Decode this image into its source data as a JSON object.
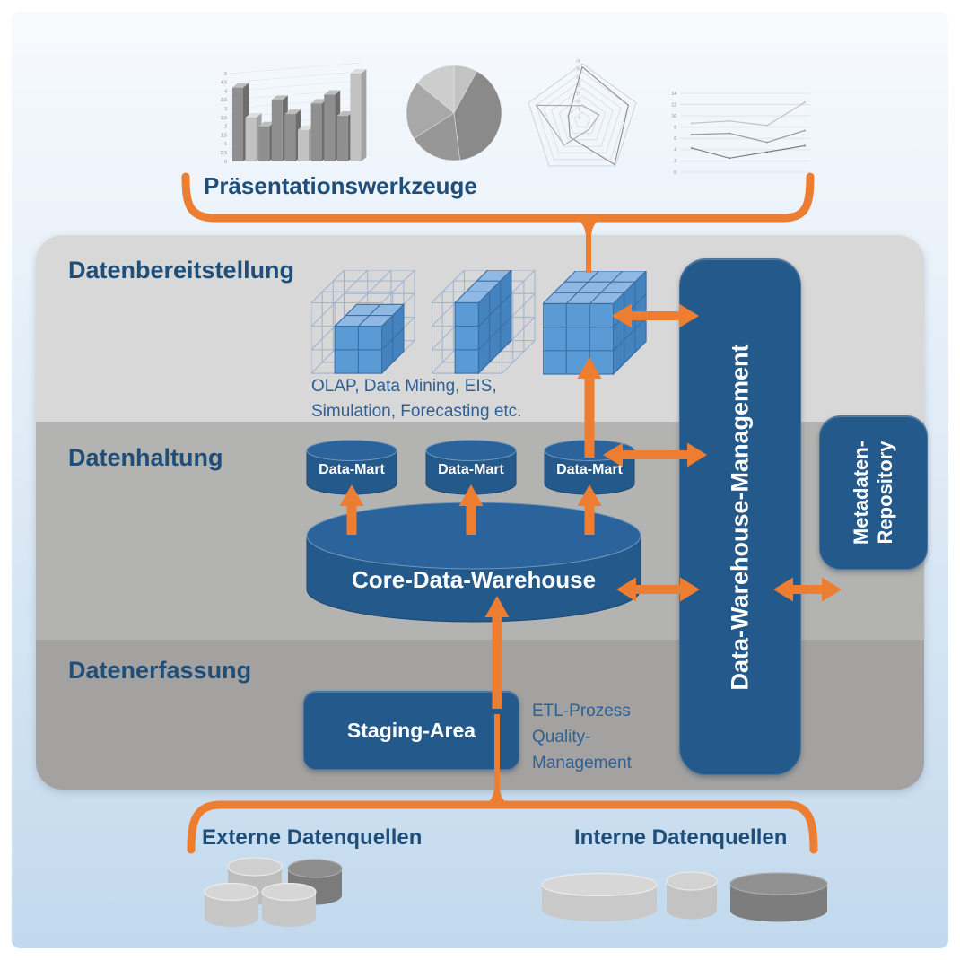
{
  "palette": {
    "accent_orange": "#ED7D31",
    "box_blue": "#24598C",
    "heading_blue": "#1F4E79",
    "note_blue": "#2E6095",
    "cube_blue": "#5B9BD5"
  },
  "presentation": {
    "title": "Präsentationswerkzeuge"
  },
  "layers": [
    {
      "label": "Datenbereitstellung",
      "note_lines": [
        "OLAP, Data Mining, EIS,",
        "Simulation, Forecasting etc."
      ]
    },
    {
      "label": "Datenhaltung",
      "data_mart_label": "Data-Mart",
      "core_label": "Core-Data-Warehouse"
    },
    {
      "label": "Datenerfassung",
      "staging_label": "Staging-Area",
      "note_lines": [
        "ETL-Prozess",
        "Quality-",
        "Management"
      ]
    }
  ],
  "management": {
    "dwm_label": "Data-Warehouse-Management",
    "metadata_line1": "Metadaten-",
    "metadata_line2": "Repository"
  },
  "sources": {
    "external_label": "Externe Datenquellen",
    "internal_label": "Interne Datenquellen"
  },
  "chart_data": [
    {
      "id": "bar3d",
      "type": "bar",
      "title": "3D bar chart thumbnail",
      "values": [
        4.2,
        2.5,
        2.0,
        3.5,
        2.7,
        1.8,
        3.3,
        3.8,
        2.6,
        5.0
      ],
      "tones": [
        "dark",
        "light",
        "dark",
        "dark",
        "dark",
        "light",
        "dark",
        "dark",
        "dark",
        "light"
      ],
      "y_ticks": [
        "0",
        "0,5",
        "1",
        "1,5",
        "2",
        "2,5",
        "3",
        "3,5",
        "4",
        "4,5",
        "5"
      ],
      "ylim": [
        0,
        5
      ],
      "grid": true,
      "legend": false
    },
    {
      "id": "pie",
      "type": "pie",
      "title": "pie chart thumbnail",
      "slices": [
        {
          "value": 8,
          "color": "#c3c3c3"
        },
        {
          "value": 40,
          "color": "#8a8a8a"
        },
        {
          "value": 18,
          "color": "#979797"
        },
        {
          "value": 20,
          "color": "#a8a8a8"
        },
        {
          "value": 14,
          "color": "#cdcdcd"
        }
      ]
    },
    {
      "id": "radar",
      "type": "radar",
      "title": "radar chart thumbnail",
      "rings": 7,
      "max": 35,
      "axis_ticks": [
        "35",
        "30",
        "25",
        "20",
        "15",
        "10",
        "5",
        "0"
      ],
      "series": [
        {
          "color": "#8b8b8b",
          "values": [
            33,
            30,
            34,
            13,
            9
          ]
        },
        {
          "color": "#a9a9a9",
          "values": [
            9,
            11,
            7,
            19,
            30
          ]
        }
      ]
    },
    {
      "id": "line",
      "type": "line",
      "title": "line chart thumbnail",
      "y_ticks": [
        "0",
        "2",
        "4",
        "6",
        "8",
        "10",
        "12",
        "14"
      ],
      "ylim": [
        0,
        14
      ],
      "grid": true,
      "series": [
        {
          "color": "#c2c2c2",
          "values": [
            8.7,
            9.1,
            8.3,
            12.4
          ]
        },
        {
          "color": "#9b9b9b",
          "values": [
            6.7,
            6.9,
            5.3,
            7.4
          ]
        },
        {
          "color": "#7e7e7e",
          "values": [
            4.3,
            2.5,
            3.6,
            4.7
          ]
        }
      ]
    }
  ]
}
